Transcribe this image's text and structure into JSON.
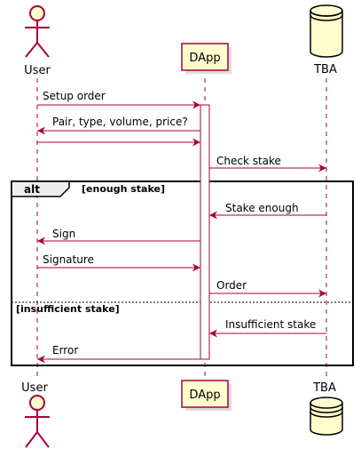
{
  "participants": {
    "user": "User",
    "dapp": "DApp",
    "tba": "TBA"
  },
  "messages": [
    {
      "from": "user",
      "to": "dapp",
      "label": "Setup order"
    },
    {
      "from": "dapp",
      "to": "user",
      "label": "Pair, type, volume, price?"
    },
    {
      "from": "user",
      "to": "dapp",
      "label": ""
    },
    {
      "from": "dapp",
      "to": "tba",
      "label": "Check stake"
    },
    {
      "from": "tba",
      "to": "dapp",
      "label": "Stake enough"
    },
    {
      "from": "dapp",
      "to": "user",
      "label": "Sign"
    },
    {
      "from": "user",
      "to": "dapp",
      "label": "Signature"
    },
    {
      "from": "dapp",
      "to": "tba",
      "label": "Order"
    },
    {
      "from": "tba",
      "to": "dapp",
      "label": "Insufficient stake"
    },
    {
      "from": "dapp",
      "to": "user",
      "label": "Error"
    }
  ],
  "fragment": {
    "keyword": "alt",
    "guard1": "[enough stake]",
    "guard2": "[insufficient stake]"
  },
  "colors": {
    "border": "#A80036",
    "fill": "#FEFECE",
    "text": "#000000"
  }
}
